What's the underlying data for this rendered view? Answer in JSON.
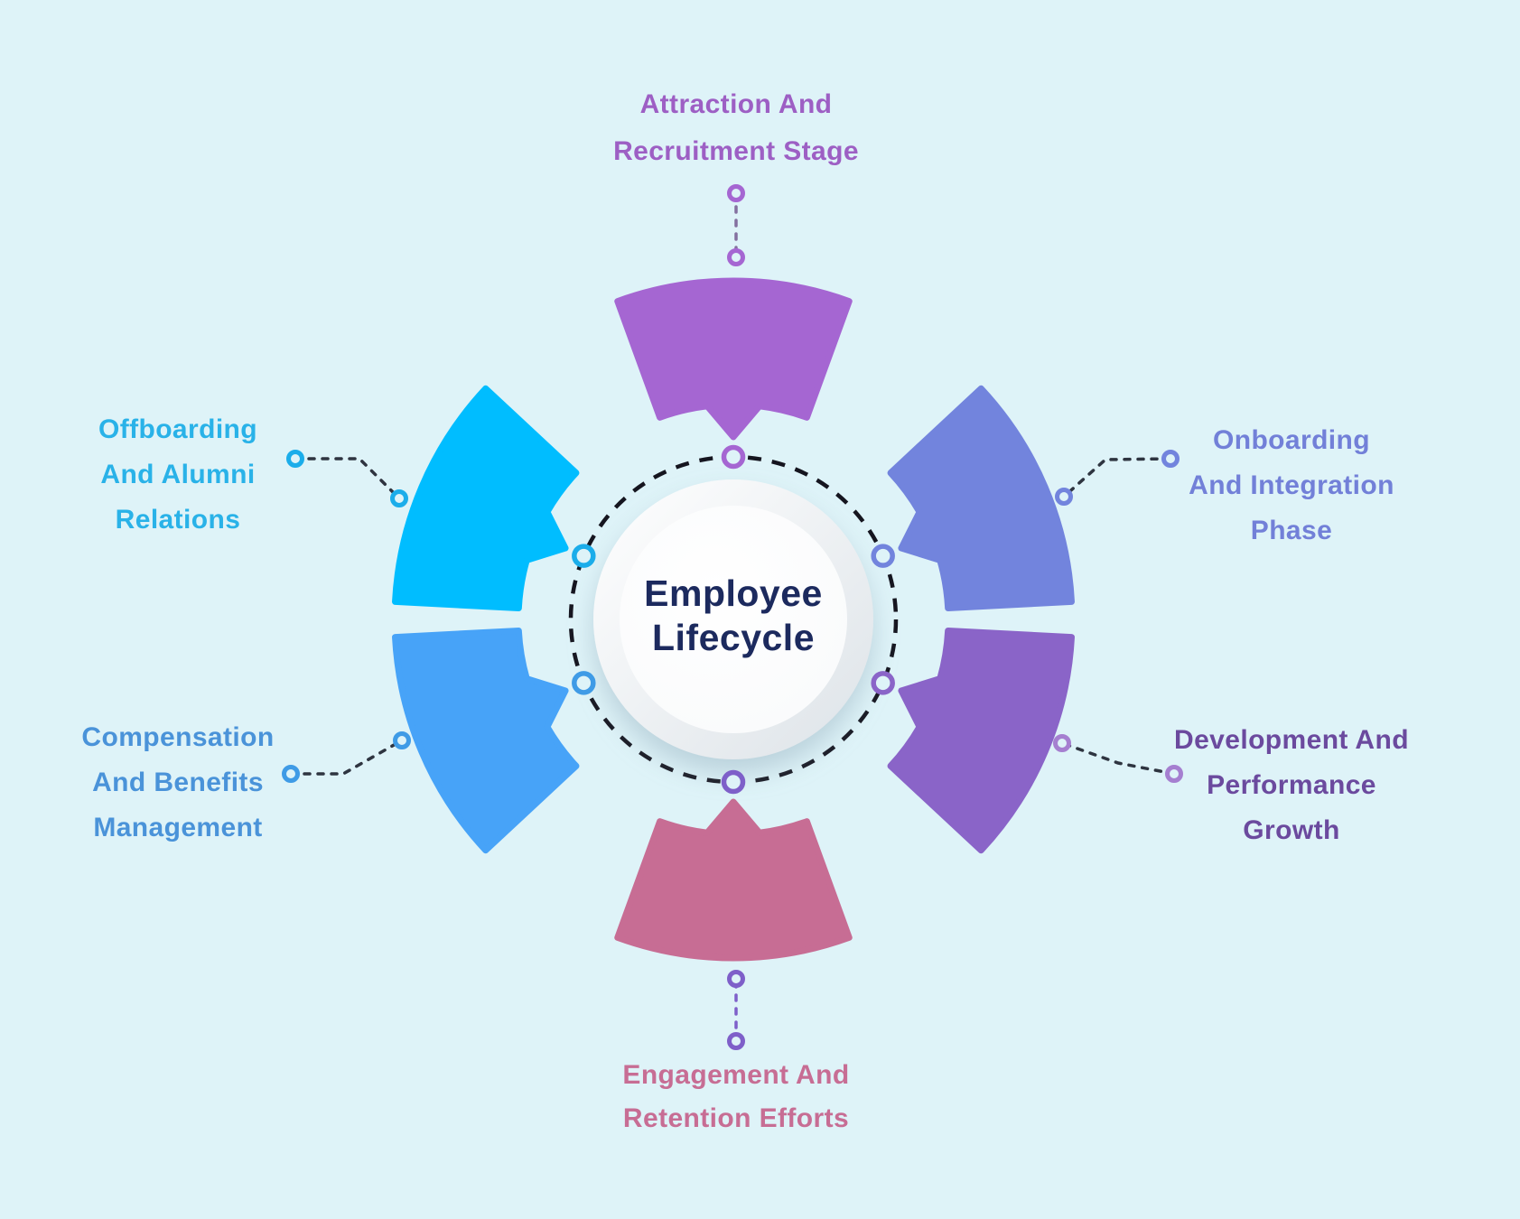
{
  "background_color": "#def3f8",
  "title": {
    "line1": "Employee",
    "line2": "Lifecycle",
    "color": "#1c2a5e"
  },
  "ring": {
    "dash_color": "#15151f"
  },
  "stages": [
    {
      "id": "attraction",
      "label_lines": [
        "Attraction And",
        "Recruitment Stage"
      ],
      "text_color": "#9d5fc4",
      "segment_color": "#a566d2",
      "dot_color": "#a566d2",
      "ring_color": "#a566d2"
    },
    {
      "id": "onboarding",
      "label_lines": [
        "Onboarding",
        "And Integration",
        "Phase"
      ],
      "text_color": "#7280d8",
      "segment_color": "#7284dd",
      "dot_color": "#7284dd",
      "ring_color": "#7284dd"
    },
    {
      "id": "development",
      "label_lines": [
        "Development And",
        "Performance",
        "Growth"
      ],
      "text_color": "#6b4a9e",
      "segment_color": "#8a64c8",
      "dot_color": "#8a64c8",
      "ring_color": "#a57fd0"
    },
    {
      "id": "engagement",
      "label_lines": [
        "Engagement And",
        "Retention Efforts"
      ],
      "text_color": "#c76d94",
      "segment_color": "#c76d94",
      "dot_color": "#7e5fc9",
      "ring_color": "#7e5fc9"
    },
    {
      "id": "compensation",
      "label_lines": [
        "Compensation",
        "And Benefits",
        "Management"
      ],
      "text_color": "#4a93d9",
      "segment_color": "#47a3f8",
      "dot_color": "#3f9be6",
      "ring_color": "#3f9be6"
    },
    {
      "id": "offboarding",
      "label_lines": [
        "Offboarding",
        "And Alumni",
        "Relations"
      ],
      "text_color": "#29b2e8",
      "segment_color": "#00bdff",
      "dot_color": "#1badea",
      "ring_color": "#1badea"
    }
  ]
}
